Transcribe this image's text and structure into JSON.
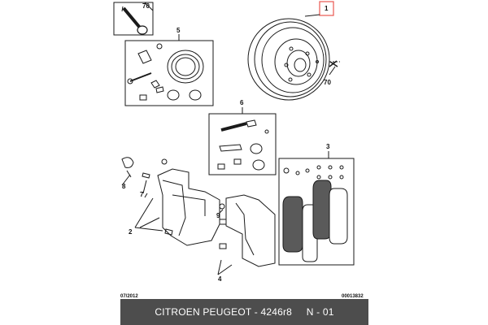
{
  "callouts": {
    "drum": "1",
    "screw_top": "70",
    "screw_disc": "70",
    "cylinder_kit": "5",
    "guide_kit": "6",
    "pad_set": "3",
    "clip": "8",
    "bolt7": "7",
    "bolt9": "9",
    "caliper_bolts": "2",
    "carrier_bolts": "4"
  },
  "footer": {
    "date": "07/2012",
    "ref": "00013832"
  },
  "caption": {
    "text": "CITROEN PEUGEOT - 4246r8     N - 01"
  },
  "colors": {
    "callout_box": "#e8564f",
    "caption_bg": "#4d4d4d",
    "line": "#1a1a1a"
  }
}
